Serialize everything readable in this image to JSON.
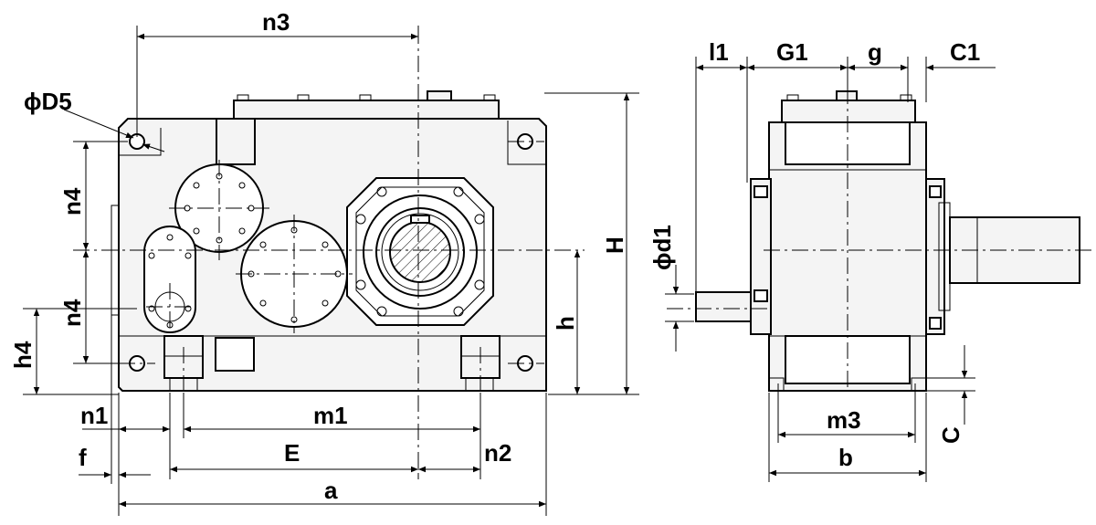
{
  "labels": {
    "D5": "ϕD5",
    "n3": "n3",
    "n4_upper": "n4",
    "n4_lower": "n4",
    "h4": "h4",
    "H": "H",
    "h": "h",
    "n1": "n1",
    "m1": "m1",
    "f": "f",
    "E": "E",
    "n2": "n2",
    "a": "a",
    "l1": "l1",
    "G1": "G1",
    "g": "g",
    "C1": "C1",
    "d1": "ϕd1",
    "m3": "m3",
    "b": "b",
    "C": "C"
  }
}
